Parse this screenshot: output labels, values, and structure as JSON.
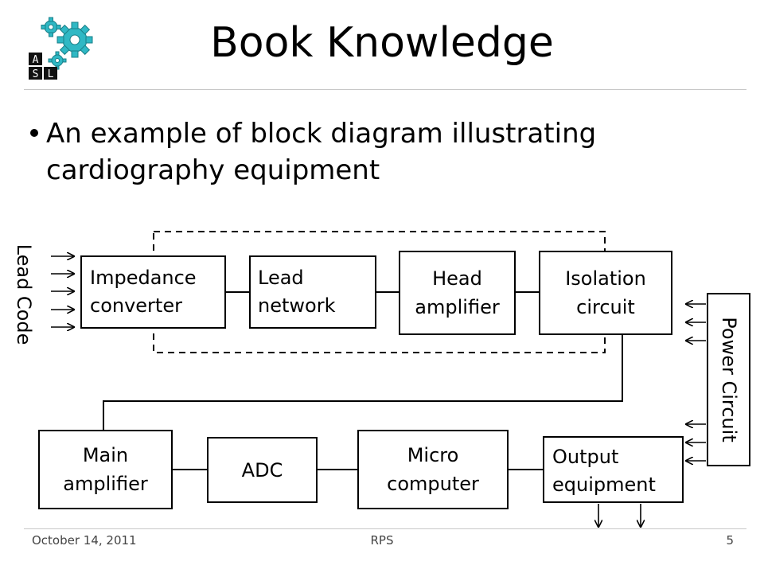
{
  "slide": {
    "title": "Book Knowledge",
    "bullet": "An example of block diagram illustrating cardiography equipment",
    "logo_letters": [
      "A",
      "S",
      "L"
    ]
  },
  "footer": {
    "date": "October 14, 2011",
    "center": "RPS",
    "page": "5"
  },
  "diagram": {
    "side_labels": {
      "left": "Lead Code",
      "right": "Power Circuit"
    },
    "blocks": {
      "impedance_converter": [
        "Impedance",
        "converter"
      ],
      "lead_network": [
        "Lead",
        "network"
      ],
      "head_amplifier": [
        "Head",
        "amplifier"
      ],
      "isolation_circuit": [
        "Isolation",
        "circuit"
      ],
      "main_amplifier": [
        "Main",
        "amplifier"
      ],
      "adc": [
        "ADC"
      ],
      "micro_computer": [
        "Micro",
        "computer"
      ],
      "output_equipment": [
        "Output",
        "equipment"
      ]
    }
  },
  "colors": {
    "gear": "#2fb8c4",
    "box_stroke": "#000000",
    "rule": "#c8c8c8"
  }
}
